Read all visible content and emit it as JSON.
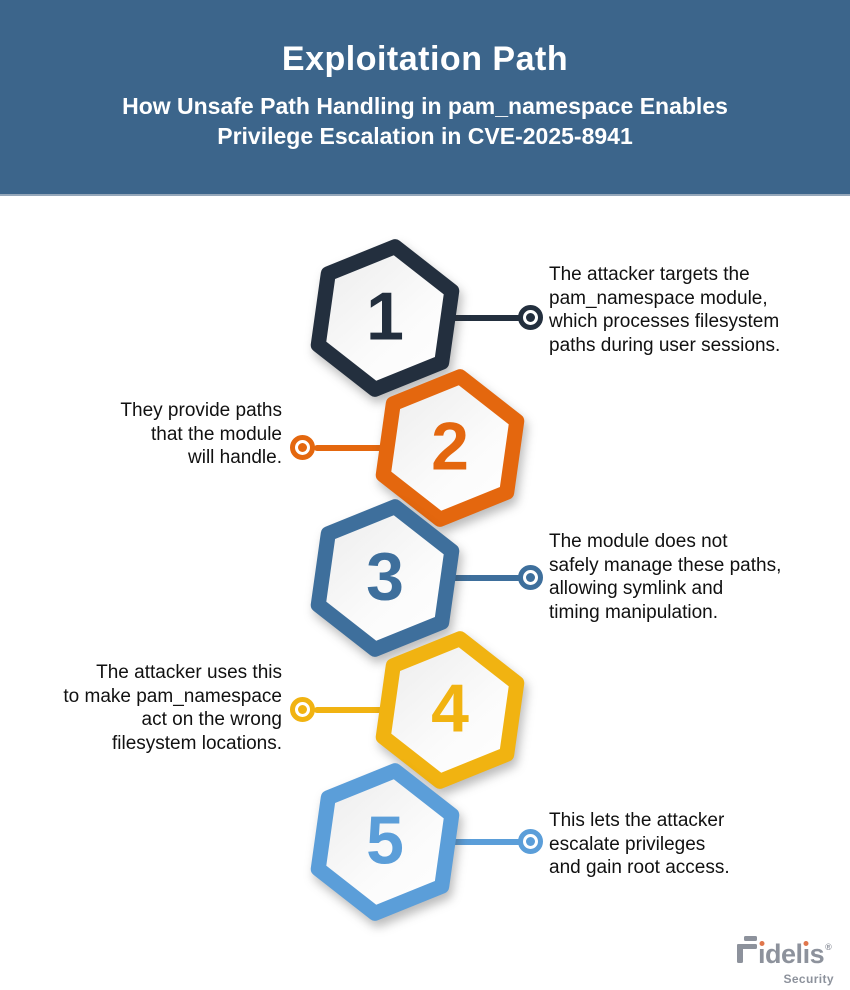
{
  "header": {
    "title": "Exploitation Path",
    "subtitle_line1": "How Unsafe Path Handling in pam_namespace Enables",
    "subtitle_line2": "Privilege Escalation in CVE-2025-8941"
  },
  "steps": [
    {
      "number": "1",
      "side": "right",
      "color": "#232f3e",
      "lines": [
        "The attacker targets the",
        "pam_namespace module,",
        "which processes filesystem",
        "paths during user sessions."
      ]
    },
    {
      "number": "2",
      "side": "left",
      "color": "#e4670e",
      "lines": [
        "They provide paths",
        "that the module",
        "will handle."
      ]
    },
    {
      "number": "3",
      "side": "right",
      "color": "#3e6f9c",
      "lines": [
        "The module does not",
        "safely manage these paths,",
        "allowing symlink and",
        "timing manipulation."
      ]
    },
    {
      "number": "4",
      "side": "left",
      "color": "#f1b311",
      "lines": [
        "The attacker uses this",
        "to make pam_namespace",
        "act on the wrong",
        "filesystem locations."
      ]
    },
    {
      "number": "5",
      "side": "right",
      "color": "#5b9ed9",
      "lines": [
        "This lets the attacker",
        "escalate privileges",
        "and gain root access."
      ]
    }
  ],
  "footer": {
    "brand": "Fidelis",
    "brand_letters": [
      "ı",
      "d",
      "e",
      "l",
      "ı",
      "s"
    ],
    "registered": "®",
    "sub": "Security"
  },
  "colors": {
    "banner_bg": "#3c658b",
    "banner_edge": "#95a7ba",
    "step1": "#232f3e",
    "step2": "#e4670e",
    "step3": "#3e6f9c",
    "step4": "#f1b311",
    "step5": "#5b9ed9",
    "body_text": "#111111",
    "logo_gray": "#8d929c",
    "logo_dot_orange": "#e0764c"
  }
}
